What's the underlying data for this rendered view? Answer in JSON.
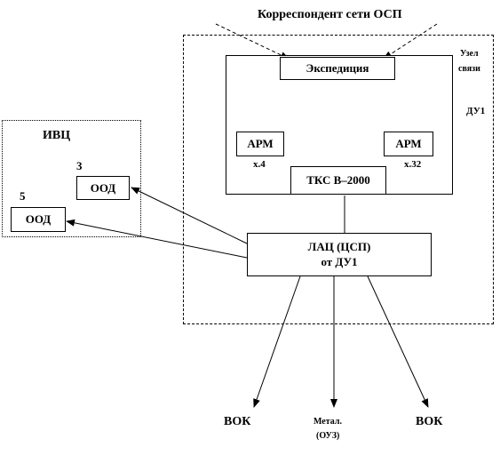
{
  "title": "Корреспондент сети ОСП",
  "node": {
    "label_line1": "Узел",
    "label_line2": "связи",
    "label_du": "ДУ1"
  },
  "ivc": {
    "label": "ИВЦ",
    "ood3_num": "3",
    "ood3": "ООД",
    "ood5_num": "5",
    "ood5": "ООД"
  },
  "expedition": "Экспедиция",
  "arm_left": {
    "label": "АРМ",
    "port": "х.4"
  },
  "arm_right": {
    "label": "АРМ",
    "port": "х.32"
  },
  "tks": "ТКС В–2000",
  "lac": {
    "line1": "ЛАЦ (ЦСП)",
    "line2": "от ДУ1"
  },
  "outputs": {
    "vok_left": "ВОК",
    "metal_line1": "Метал.",
    "metal_line2": "(ОУЗ)",
    "vok_right": "ВОК"
  }
}
